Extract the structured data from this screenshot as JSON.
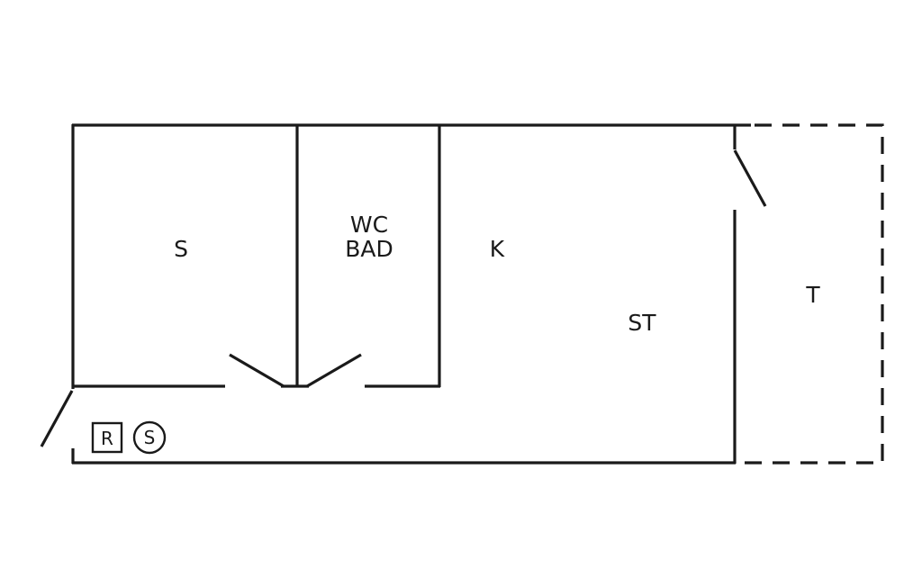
{
  "rooms": {
    "s": "S",
    "wc_bad_line1": "WC",
    "wc_bad_line2": "BAD",
    "k": "K",
    "st": "ST",
    "t": "T"
  },
  "symbols": {
    "r_box": "R",
    "s_circle": "S"
  }
}
